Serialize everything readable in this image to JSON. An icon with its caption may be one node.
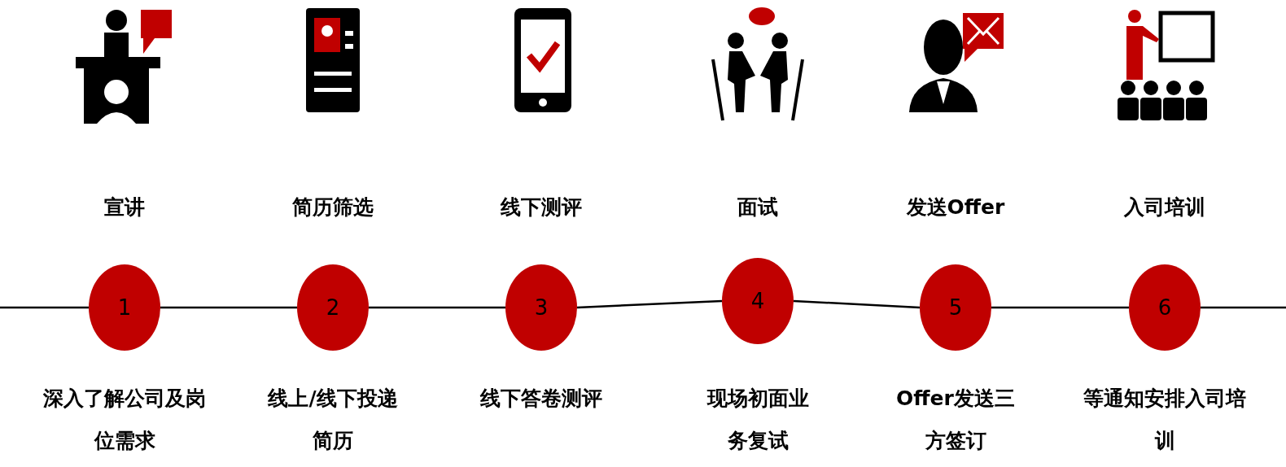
{
  "diagram": {
    "nodes": [
      {
        "text": [
          "1"
        ],
        "beside": [
          "宣讲",
          "深入了解公司及岗位需求"
        ]
      },
      {
        "text": [
          "2"
        ],
        "beside": [
          "简历筛选",
          "线上/线下投递简历"
        ]
      },
      {
        "text": [
          "3"
        ],
        "beside": [
          "线下测评",
          "线下答卷测评"
        ]
      },
      {
        "text": [
          "4"
        ],
        "beside": [
          "面试",
          "现场初面业务复试"
        ]
      },
      {
        "text": [
          "5"
        ],
        "beside": [
          "发送Offer",
          "Offer发送三方签订"
        ]
      },
      {
        "text": [
          "6"
        ],
        "beside": [
          "入司培训",
          "等通知安排入司培训"
        ]
      }
    ],
    "edges": [
      {
        "from": null,
        "to": 0,
        "arrow": "none"
      },
      {
        "from": 0,
        "to": 1,
        "arrow": "none"
      },
      {
        "from": 1,
        "to": 2,
        "arrow": "none"
      },
      {
        "from": 2,
        "to": 3,
        "arrow": "none"
      },
      {
        "from": 3,
        "to": 4,
        "arrow": "none"
      },
      {
        "from": 4,
        "to": 5,
        "arrow": "none"
      },
      {
        "from": 5,
        "to": null,
        "arrow": "none"
      }
    ]
  }
}
